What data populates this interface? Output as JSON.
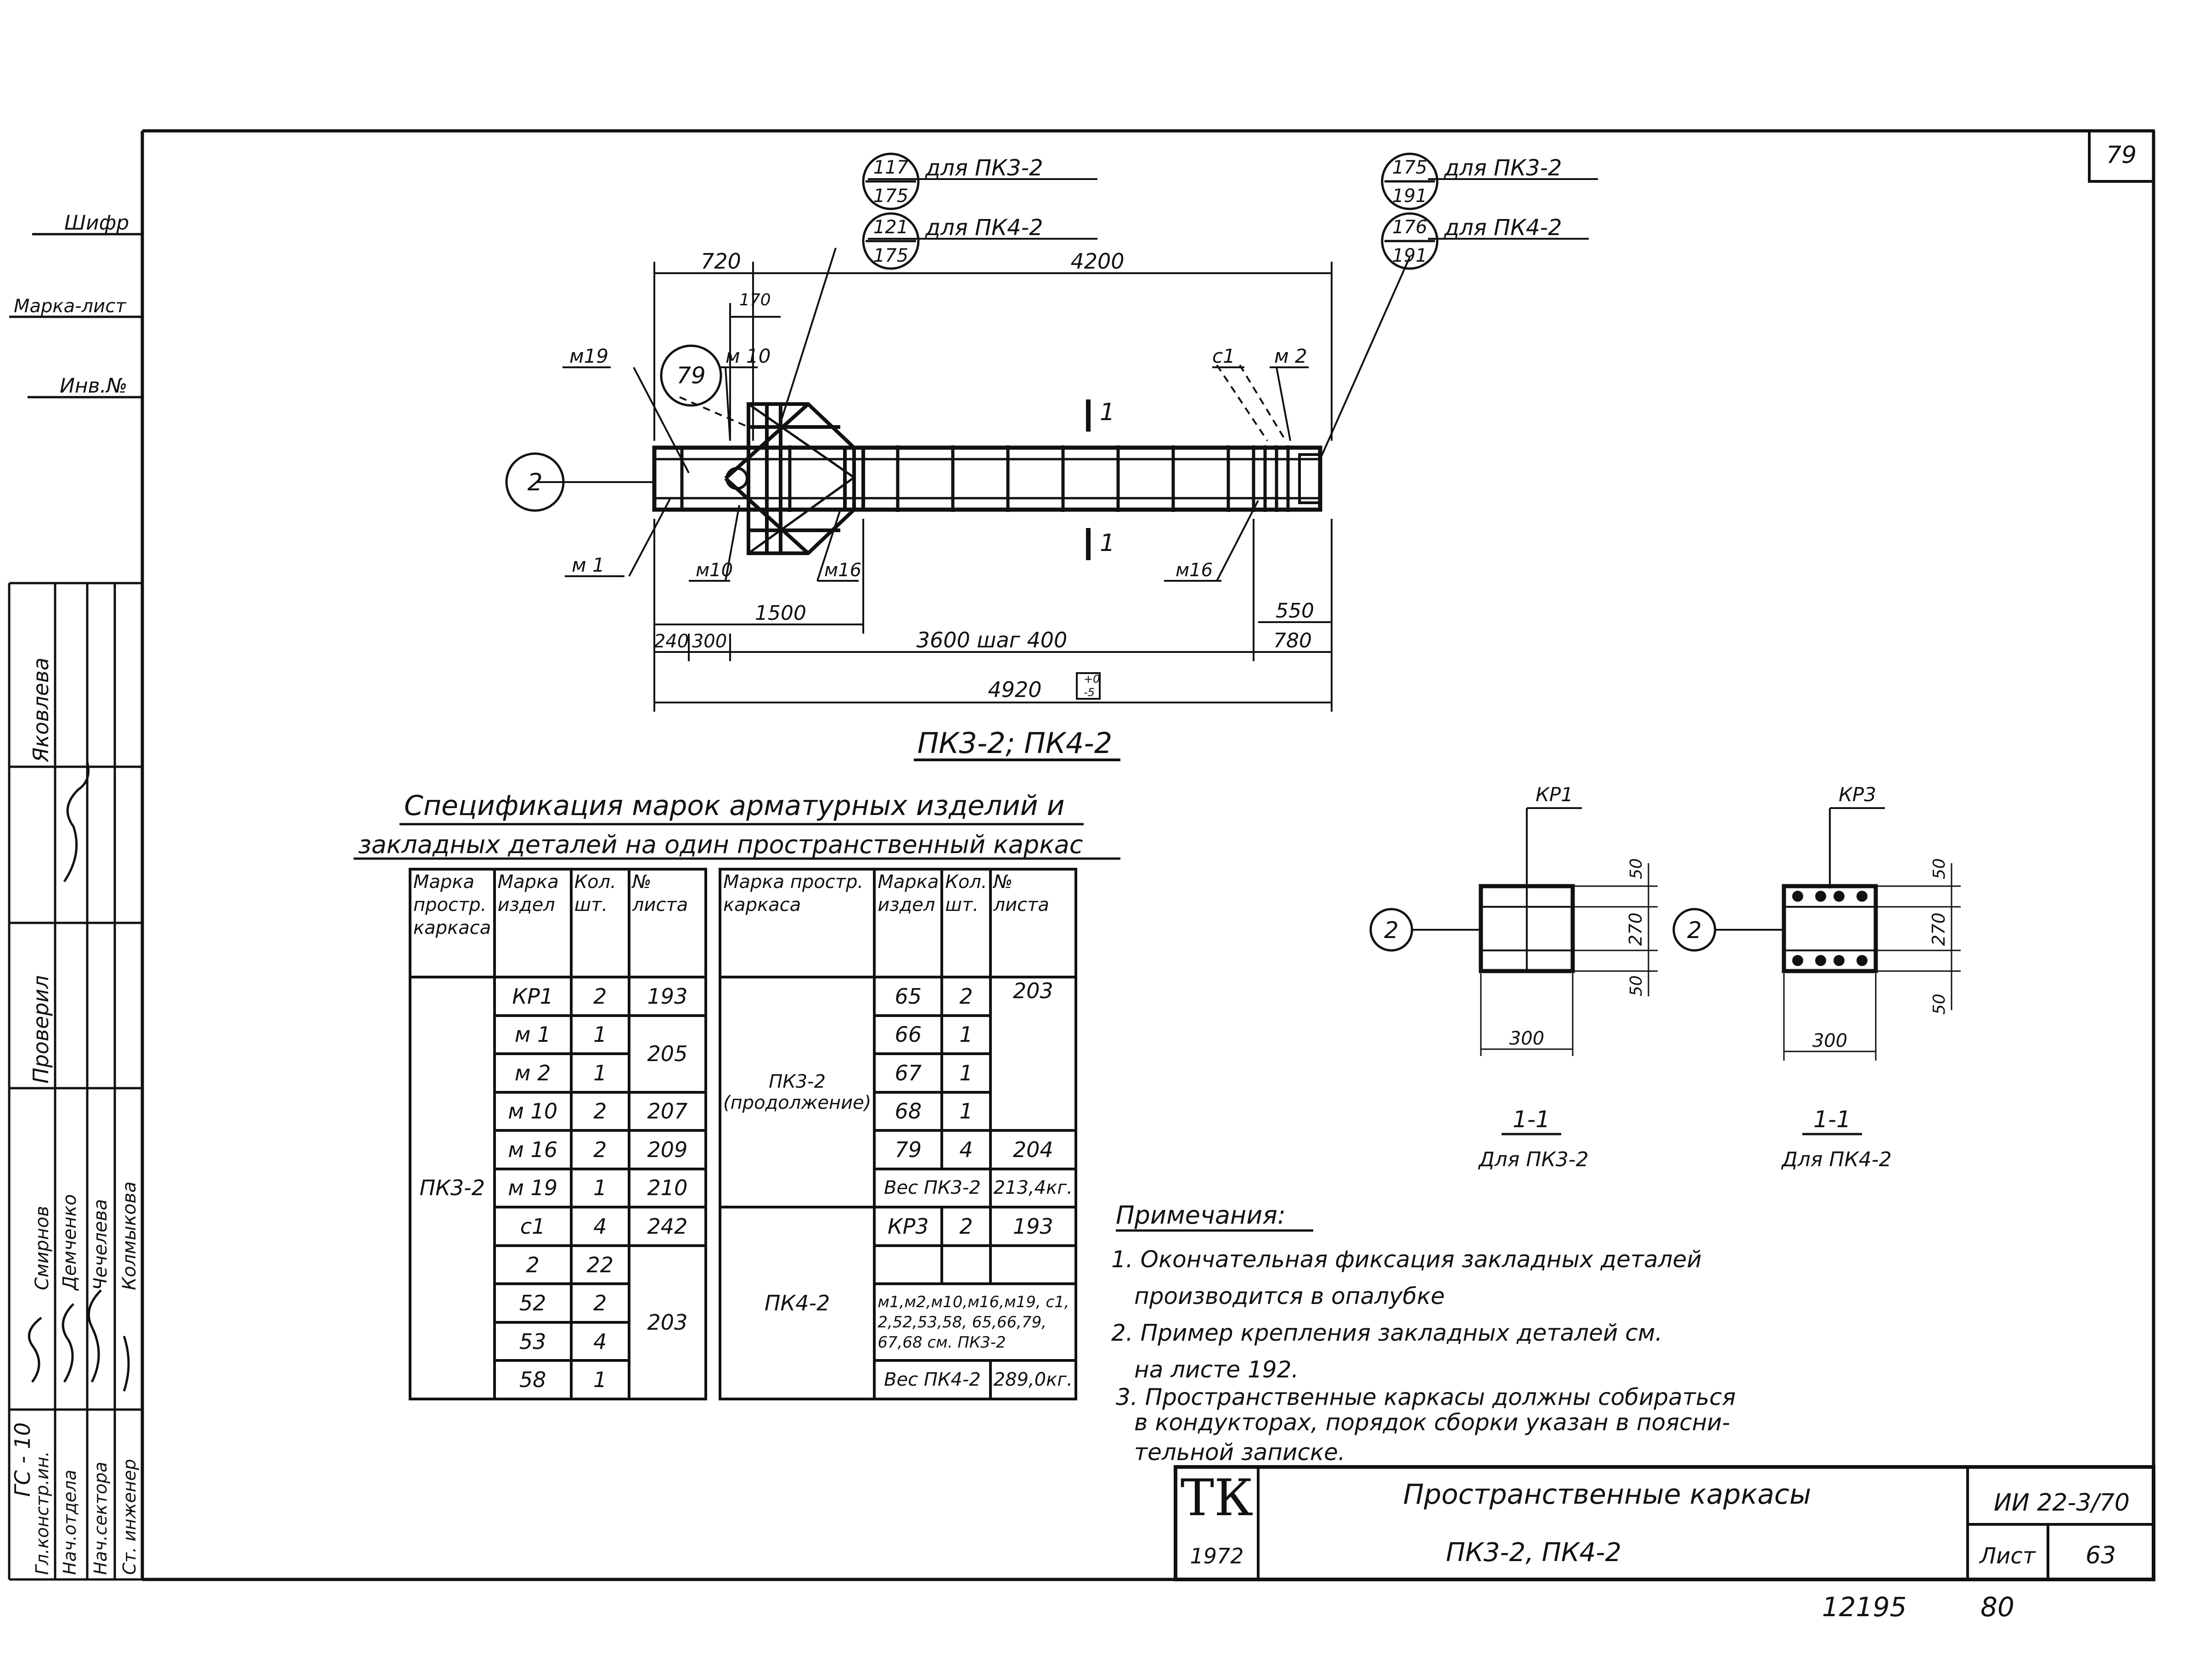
{
  "sheet": {
    "page_no": "79",
    "footer_left": "12195",
    "footer_right": "80"
  },
  "left_margin": {
    "shifr": "Шифр",
    "marka_list": "Марка-лист",
    "inv_no": "Инв.№",
    "gost_fragment": "ГС - 10",
    "roles": [
      "Гл.констр.ин.",
      "Нач.отдела",
      "Нач.сектора",
      "Ст. инженер"
    ],
    "names": [
      "Смирнов",
      "Демченко",
      "Чечелева",
      "Колмыкова"
    ],
    "checked": "Проверил",
    "checker": "Яковлева"
  },
  "drawing": {
    "title": "ПК3-2; ПК4-2",
    "callouts": {
      "c117": "117",
      "c175a": "175",
      "c117_text": "для ПК3-2",
      "c121": "121",
      "c175b": "175",
      "c121_text": "для ПК4-2",
      "c175": "175",
      "c191a": "191",
      "c175_text": "для ПК3-2",
      "c176": "176",
      "c191b": "191",
      "c176_text": "для ПК4-2",
      "c79": "79",
      "c2": "2"
    },
    "labels": {
      "m19": "м19",
      "m10a": "м 10",
      "m1": "м 1",
      "m10b": "м10",
      "m16a": "м16",
      "m16b": "м16",
      "c1": "с1",
      "m2": "м 2",
      "sec1a": "1",
      "sec1b": "1"
    },
    "dims": {
      "d720": "720",
      "d4200": "4200",
      "d170": "170",
      "d1500": "1500",
      "d550": "550",
      "d240": "240",
      "d300": "300",
      "d3600": "3600 шаг 400",
      "d780": "780",
      "d4920": "4920",
      "tol_plus": "+0",
      "tol_minus": "-5"
    }
  },
  "sections": [
    {
      "cage": "КР1",
      "callout": "2",
      "d50a": "50",
      "d270": "270",
      "d50b": "50",
      "d300": "300",
      "title": "1-1",
      "caption": "Для ПК3-2"
    },
    {
      "cage": "КР3",
      "callout": "2",
      "d50a": "50",
      "d270": "270",
      "d50b": "50",
      "d300": "300",
      "title": "1-1",
      "caption": "Для ПК4-2"
    }
  ],
  "spec": {
    "title1": "Спецификация марок арматурных изделий и",
    "title2": "закладных деталей на один пространственный каркас",
    "headers": [
      "Марка простр. каркаса",
      "Марка издел",
      "Кол. шт.",
      "№ листа"
    ],
    "left_group": "ПК3-2",
    "left_rows": [
      [
        "КР1",
        "2",
        "193"
      ],
      [
        "м 1",
        "1",
        "205"
      ],
      [
        "м 2",
        "1",
        ""
      ],
      [
        "м 10",
        "2",
        "207"
      ],
      [
        "м 16",
        "2",
        "209"
      ],
      [
        "м 19",
        "1",
        "210"
      ],
      [
        "с1",
        "4",
        "242"
      ],
      [
        "2",
        "22",
        "203"
      ],
      [
        "52",
        "2",
        ""
      ],
      [
        "53",
        "4",
        ""
      ],
      [
        "58",
        "1",
        ""
      ]
    ],
    "right_group1": "ПК3-2 (продолжение)",
    "right_rows1": [
      [
        "65",
        "2",
        "203"
      ],
      [
        "66",
        "1",
        ""
      ],
      [
        "67",
        "1",
        ""
      ],
      [
        "68",
        "1",
        ""
      ],
      [
        "79",
        "4",
        "204"
      ]
    ],
    "weight1": "Вес ПК3-2",
    "weight1_val": "213,4кг.",
    "right_group2": "ПК4-2",
    "right_row2": [
      "КР3",
      "2",
      "193"
    ],
    "see_note": "м1,м2,м10,м16,м19, с1, 2,52,53,58, 65,66,79, 67,68 см. ПК3-2",
    "weight2": "Вес ПК4-2",
    "weight2_val": "289,0кг."
  },
  "notes": {
    "title": "Примечания:",
    "lines": [
      "1. Окончательная фиксация закладных деталей",
      "производится в опалубке",
      "2. Пример крепления закладных деталей см.",
      "на листе 192.",
      "3. Пространственные каркасы должны собираться",
      "в кондукторах, порядок сборки указан в поясни-",
      "тельной записке."
    ]
  },
  "stamp": {
    "org": "ТК",
    "year": "1972",
    "title": "Пространственные каркасы",
    "subtitle": "ПК3-2, ПК4-2",
    "code": "ИИ 22-3/70",
    "sheet_label": "Лист",
    "sheet_no": "63"
  }
}
